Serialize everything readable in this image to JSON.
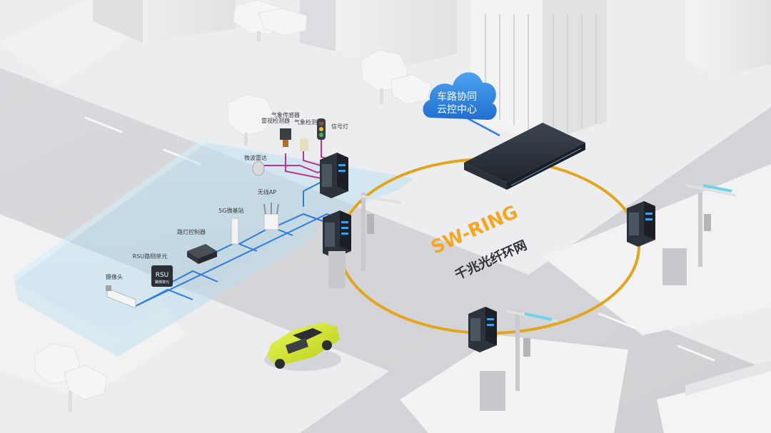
{
  "cloud": {
    "line1": "车路协同",
    "line2": "云控中心"
  },
  "ring": {
    "name_en": "SW-RING",
    "name_cn": "千兆光纤环网"
  },
  "devices": {
    "camera": "摄像头",
    "rsu": "RSU路侧单元",
    "rsu_badge": "RSU",
    "rsu_badge_sub": "路侧单元",
    "signal_controller": "路灯控制器",
    "base_station_5g": "5G微基站",
    "wireless_ap": "无线AP",
    "weather_sensor": "气象传感器",
    "traffic_light": "信号灯",
    "weather_detector": "气象检测器",
    "vehicle_detector": "雷视检测器",
    "microwave_radar": "微波雷达"
  },
  "colors": {
    "ring": "#e3a51d",
    "link_blue": "#2f7be2",
    "link_magenta": "#c2338f",
    "cloud": "#2f86e0",
    "brand_orange": "#f5a623",
    "car": "#d8ee2c"
  }
}
